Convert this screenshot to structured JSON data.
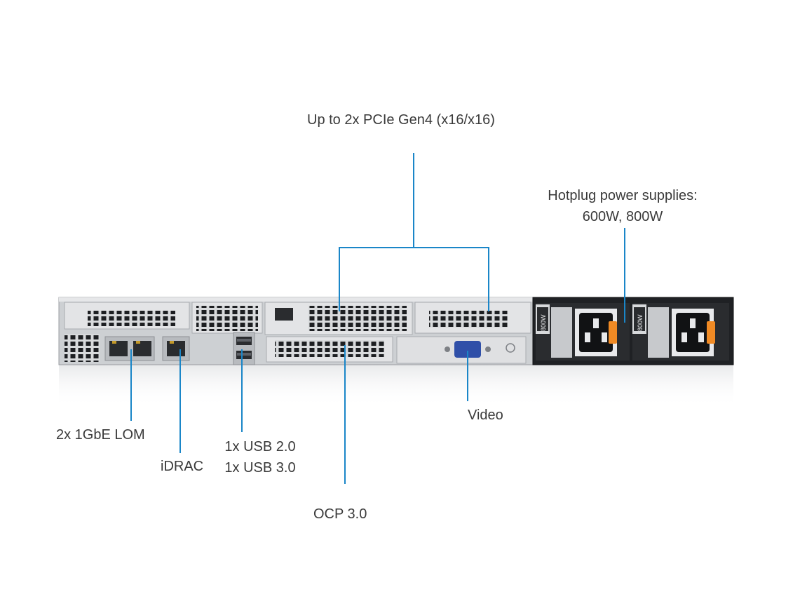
{
  "labels": {
    "pcie": "Up to 2x PCIe Gen4 (x16/x16)",
    "psu_line1": "Hotplug power supplies:",
    "psu_line2": "600W, 800W",
    "lom": "2x 1GbE LOM",
    "idrac": "iDRAC",
    "usb_line1": "1x USB 2.0",
    "usb_line2": "1x USB 3.0",
    "video": "Video",
    "ocp": "OCP 3.0"
  },
  "psu_badge": "800W",
  "colors": {
    "callout": "#1a86c8",
    "chassis": "#c9cbcd",
    "chassis_dark": "#2a2c2f",
    "vga": "#2f4fa8",
    "psu_latch": "#f08a24",
    "text": "#3a3a3a"
  }
}
